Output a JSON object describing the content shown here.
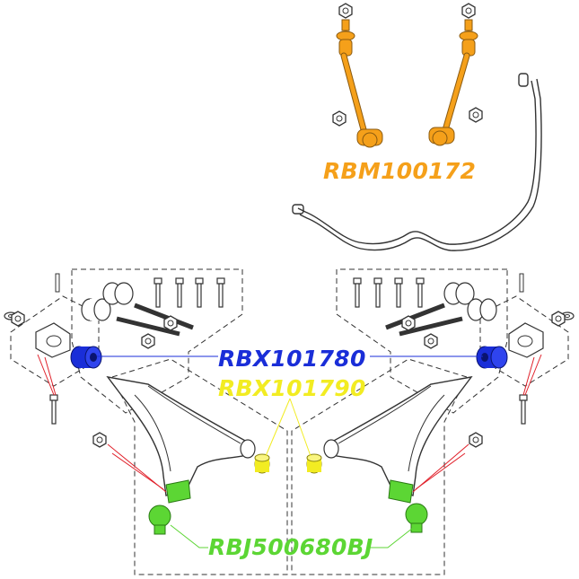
{
  "labels": {
    "stabilizer_link": "RBM100172",
    "inner_bush": "RBX101780",
    "outer_bush": "RBX101790",
    "ball_joint": "RBJ500680BJ"
  },
  "colors": {
    "stabilizer_link": "#f5a01a",
    "inner_bush": "#1a2ed8",
    "outer_bush": "#f2ec22",
    "ball_joint": "#5cd634",
    "leader_red": "#e0202a",
    "line_art": "#333333"
  },
  "icons": [
    "nut-icon",
    "washer-icon",
    "bolt-icon",
    "bush-icon",
    "ball-joint-icon",
    "wishbone-icon",
    "anti-roll-bar-icon"
  ]
}
